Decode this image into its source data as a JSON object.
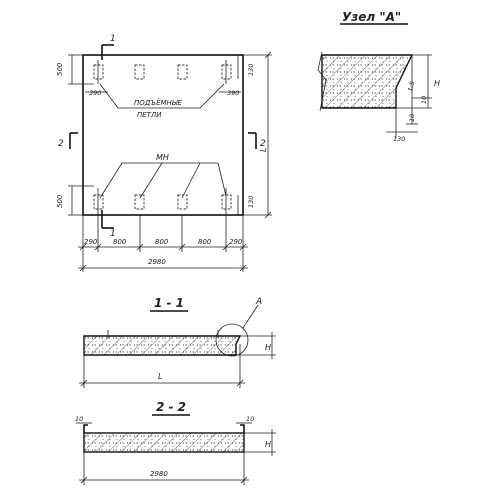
{
  "node_view": {
    "title": "Узел \"А\"",
    "label_h": "H",
    "slope": "1:5",
    "dim_10_a": "10",
    "dim_10_b": "10",
    "dim_130": "130"
  },
  "plan": {
    "section_1_top": "1",
    "section_1_bottom": "1",
    "section_2_left": "2",
    "section_2_right": "2",
    "dim_500_top": "500",
    "dim_500_bottom": "500",
    "dim_130_top": "130",
    "dim_130_bottom": "130",
    "dim_390_left": "390",
    "dim_390_right": "390",
    "label_lifting_loops_1": "ПОДЪЁМНЫЕ",
    "label_lifting_loops_2": "ПЕТЛИ",
    "label_mn": "МН",
    "label_l": "L",
    "dim_290_left": "290",
    "dim_800_1": "800",
    "dim_800_2": "800",
    "dim_800_3": "800",
    "dim_290_right": "290",
    "dim_total": "2980"
  },
  "section_1_1": {
    "title": "1 - 1",
    "callout": "А",
    "label_h": "H",
    "label_l": "L"
  },
  "section_2_2": {
    "title": "2 - 2",
    "dim_10_left": "10",
    "dim_10_right": "10",
    "label_h": "H",
    "dim_total": "2980"
  }
}
